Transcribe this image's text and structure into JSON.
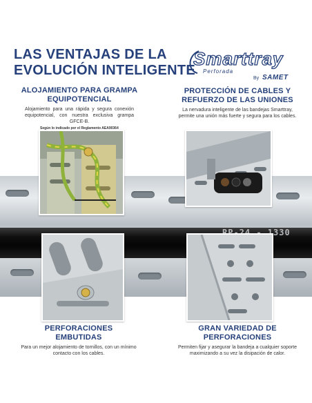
{
  "header": {
    "title_line1": "LAS VENTAJAS DE LA",
    "title_line2": "EVOLUCIÓN INTELIGENTE"
  },
  "logo": {
    "name": "Smarttray",
    "subtitle": "Perforada",
    "by": "By",
    "brand": "SAMET"
  },
  "features": [
    {
      "title_line1": "ALOJAMIENTO PARA GRAMPA",
      "title_line2": "EQUIPOTENCIAL",
      "text": "Alojamiento para una rápida y segura conexión equipotencial, con nuestra exclusiva grampa GFCE-B."
    },
    {
      "title_line1": "PROTECCIÓN DE CABLES Y",
      "title_line2": "REFUERZO DE LAS UNIONES",
      "text": "La nervadura inteligente de las bandejas Smarttray, permite una unión más fuerte y segura para los cables."
    },
    {
      "title_line1": "PERFORACIONES EMBUTIDAS",
      "title_line2": "",
      "text": "Para un mejor alojamiento de tornillos, con un mínimo contacto con los cables."
    },
    {
      "title_line1": "GRAN VARIEDAD DE PERFORACIONES",
      "title_line2": "",
      "text": "Permiten fijar y asegurar la bandeja a cualquier soporte maximizando a su vez la disipación de calor."
    }
  ],
  "regulation_note": "Según lo indicado por el Reglamento   AEA90364",
  "cable_marking": "RP-24 - 1330",
  "colors": {
    "brand_blue": "#25407a",
    "galvanized": "#c3c9ce",
    "cable": "#0a0a0a",
    "ground_wire": "#8fb33a"
  },
  "icons": {
    "logo_swoosh": "swoosh-icon"
  }
}
